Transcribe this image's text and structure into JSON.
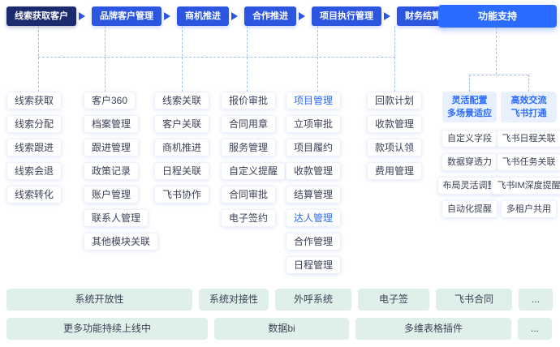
{
  "flow": {
    "stages": [
      {
        "label": "线索获取客户",
        "dark": true
      },
      {
        "label": "品牌客户管理",
        "dark": false
      },
      {
        "label": "商机推进",
        "dark": false
      },
      {
        "label": "合作推进",
        "dark": false
      },
      {
        "label": "项目执行管理",
        "dark": false
      },
      {
        "label": "财务结算",
        "dark": false
      }
    ],
    "support_label": "功能支持"
  },
  "columns": [
    {
      "items": [
        "线索获取",
        "线索分配",
        "线索跟进",
        "线索会退",
        "线索转化"
      ]
    },
    {
      "items": [
        "客户360",
        "档案管理",
        "跟进管理",
        "政策记录",
        "账户管理",
        "联系人管理",
        "其他模块关联"
      ]
    },
    {
      "items": [
        "线索关联",
        "客户关联",
        "商机推进",
        "日程关联",
        "飞书协作"
      ]
    },
    {
      "items": [
        "报价审批",
        "合同用章",
        "服务管理",
        "自定义提醒",
        "合同审批",
        "电子签约"
      ]
    },
    {
      "items": [
        "项目管理",
        "立项审批",
        "项目履约",
        "收款管理",
        "结算管理",
        "达人管理",
        "合作管理",
        "日程管理"
      ]
    },
    {
      "items": [
        "回款计划",
        "收款管理",
        "款项认领",
        "费用管理"
      ]
    }
  ],
  "highlighted_items": [
    "项目管理",
    "达人管理"
  ],
  "support_panel": {
    "groups": [
      {
        "header_lines": [
          "灵活配置",
          "多场景适应"
        ],
        "items": [
          "自定义字段",
          "数据穿透力",
          "布局灵活调整",
          "自动化提醒"
        ]
      },
      {
        "header_lines": [
          "高效交流",
          "飞书打通"
        ],
        "items": [
          "飞书日程关联",
          "飞书任务关联",
          "飞书IM深度提醒",
          "多租户共用"
        ]
      }
    ]
  },
  "bottom": {
    "rows": [
      [
        "系统开放性",
        "系统对接性",
        "外呼系统",
        "电子签",
        "飞书合同",
        "..."
      ],
      [
        "更多功能持续上线中",
        "数据bi",
        "多维表格插件",
        "..."
      ]
    ]
  },
  "colors": {
    "stage_blue": "#2c56e0",
    "stage_dark_navy": "#1c2a6e",
    "support_blue": "#2b6bff",
    "highlight_text_blue": "#2b6bff",
    "header_bg_light_blue": "#e8f0fe",
    "chip_green": "#def0e9",
    "connector_dashed_blue": "#a5bdf0"
  }
}
